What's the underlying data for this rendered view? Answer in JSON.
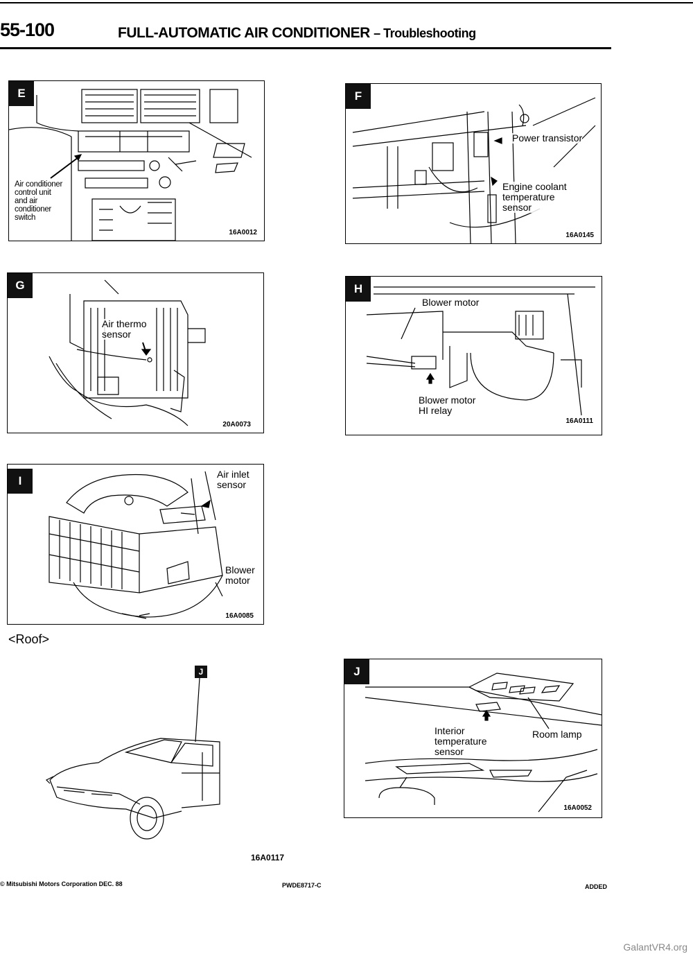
{
  "header": {
    "page_number": "55-100",
    "title": "FULL-AUTOMATIC AIR CONDITIONER",
    "subtitle": "– Troubleshooting"
  },
  "panels": {
    "E": {
      "letter": "E",
      "code": "16A0012",
      "labels": [
        "Air conditioner\ncontrol unit\nand air\nconditioner\nswitch"
      ]
    },
    "F": {
      "letter": "F",
      "code": "16A0145",
      "labels": [
        "Power transistor",
        "Engine coolant\ntemperature\nsensor"
      ]
    },
    "G": {
      "letter": "G",
      "code": "20A0073",
      "labels": [
        "Air thermo\nsensor"
      ]
    },
    "H": {
      "letter": "H",
      "code": "16A0111",
      "labels": [
        "Blower motor",
        "Blower motor\nHI relay"
      ]
    },
    "I": {
      "letter": "I",
      "code": "16A0085",
      "labels": [
        "Air inlet\nsensor",
        "Blower\nmotor"
      ]
    },
    "J": {
      "letter": "J",
      "code": "16A0052",
      "labels": [
        "Interior\ntemperature\nsensor",
        "Room lamp"
      ]
    }
  },
  "roof": {
    "heading": "<Roof>",
    "marker": "J",
    "code": "16A0117"
  },
  "footer": {
    "copyright": "© Mitsubishi Motors Corporation   DEC. 88",
    "doc_code": "PWDE8717-C",
    "status": "ADDED"
  },
  "watermark": "GalantVR4.org"
}
